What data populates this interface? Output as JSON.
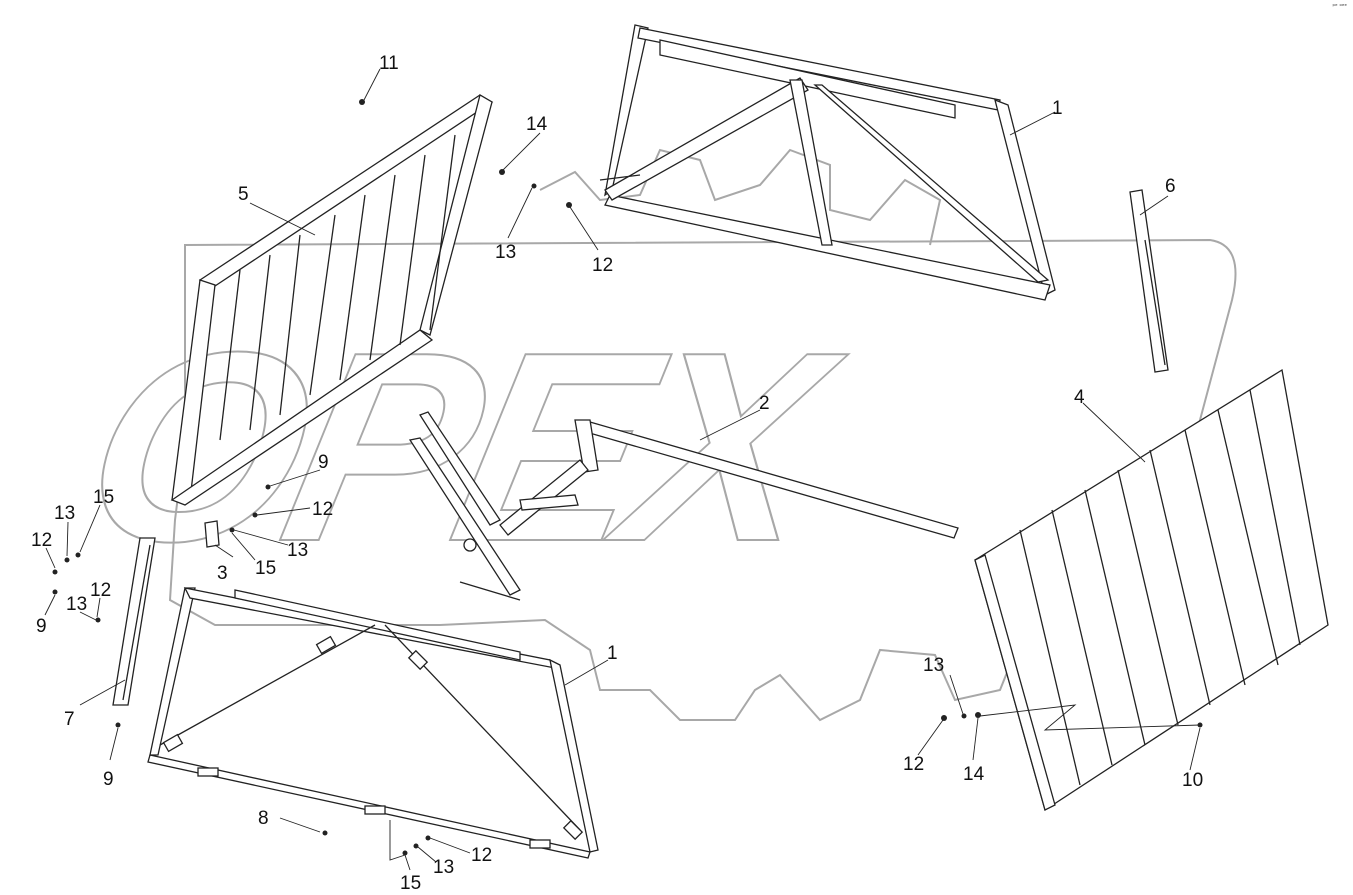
{
  "watermark": {
    "text": "OPEX",
    "color": "#9a9a9a"
  },
  "corner_tag": "ᵖᵉ ᵒᵉᵉ",
  "callouts": [
    {
      "id": "c1a",
      "label": "1"
    },
    {
      "id": "c1b",
      "label": "1"
    },
    {
      "id": "c2",
      "label": "2"
    },
    {
      "id": "c3",
      "label": "3"
    },
    {
      "id": "c4",
      "label": "4"
    },
    {
      "id": "c5",
      "label": "5"
    },
    {
      "id": "c6",
      "label": "6"
    },
    {
      "id": "c7",
      "label": "7"
    },
    {
      "id": "c8",
      "label": "8"
    },
    {
      "id": "c9a",
      "label": "9"
    },
    {
      "id": "c9b",
      "label": "9"
    },
    {
      "id": "c9c",
      "label": "9"
    },
    {
      "id": "c10",
      "label": "10"
    },
    {
      "id": "c11",
      "label": "11"
    },
    {
      "id": "c12a",
      "label": "12"
    },
    {
      "id": "c12b",
      "label": "12"
    },
    {
      "id": "c12c",
      "label": "12"
    },
    {
      "id": "c12d",
      "label": "12"
    },
    {
      "id": "c12e",
      "label": "12"
    },
    {
      "id": "c12f",
      "label": "12"
    },
    {
      "id": "c13a",
      "label": "13"
    },
    {
      "id": "c13b",
      "label": "13"
    },
    {
      "id": "c13c",
      "label": "13"
    },
    {
      "id": "c13d",
      "label": "13"
    },
    {
      "id": "c13e",
      "label": "13"
    },
    {
      "id": "c13f",
      "label": "13"
    },
    {
      "id": "c14a",
      "label": "14"
    },
    {
      "id": "c14b",
      "label": "14"
    },
    {
      "id": "c15a",
      "label": "15"
    },
    {
      "id": "c15b",
      "label": "15"
    },
    {
      "id": "c15c",
      "label": "15"
    }
  ],
  "colors": {
    "line": "#222222",
    "panel": "#ffffff",
    "watermark": "#a0a0a0"
  }
}
